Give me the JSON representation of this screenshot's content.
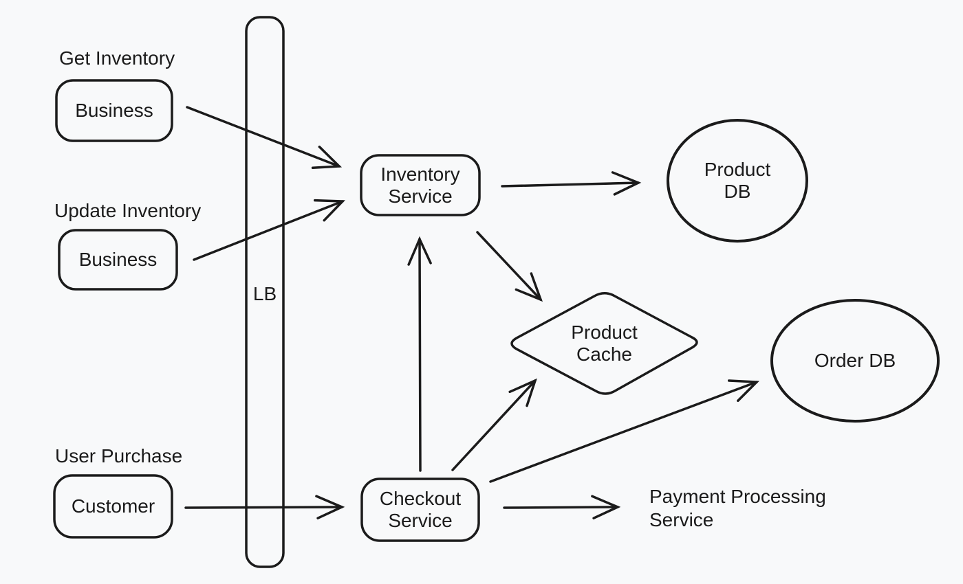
{
  "canvas": {
    "background": "#f8f9fa",
    "stroke_color": "#1b1b1b",
    "text_color": "#1b1b1b"
  },
  "flow_labels": {
    "get_inventory": "Get Inventory",
    "update_inventory": "Update Inventory",
    "user_purchase": "User Purchase"
  },
  "nodes": {
    "business_get": {
      "label": "Business"
    },
    "business_update": {
      "label": "Business"
    },
    "customer": {
      "label": "Customer"
    },
    "load_balancer": {
      "label": "LB"
    },
    "inventory_service": {
      "lines": [
        "Inventory",
        "Service"
      ]
    },
    "checkout_service": {
      "lines": [
        "Checkout",
        "Service"
      ]
    },
    "product_db": {
      "lines": [
        "Product",
        "DB"
      ]
    },
    "order_db": {
      "label": "Order DB"
    },
    "product_cache": {
      "lines": [
        "Product",
        "Cache"
      ]
    },
    "payment_service": {
      "lines": [
        "Payment Processing",
        "Service"
      ]
    }
  },
  "edges": [
    {
      "from": "Business (Get Inventory)",
      "to": "Inventory Service",
      "via": "LB"
    },
    {
      "from": "Business (Update Inventory)",
      "to": "Inventory Service",
      "via": "LB"
    },
    {
      "from": "Inventory Service",
      "to": "Product DB"
    },
    {
      "from": "Inventory Service",
      "to": "Product Cache"
    },
    {
      "from": "Checkout Service",
      "to": "Inventory Service"
    },
    {
      "from": "Checkout Service",
      "to": "Product Cache"
    },
    {
      "from": "Checkout Service",
      "to": "Order DB"
    },
    {
      "from": "Checkout Service",
      "to": "Payment Processing Service"
    },
    {
      "from": "Customer",
      "to": "Checkout Service",
      "via": "LB"
    }
  ]
}
